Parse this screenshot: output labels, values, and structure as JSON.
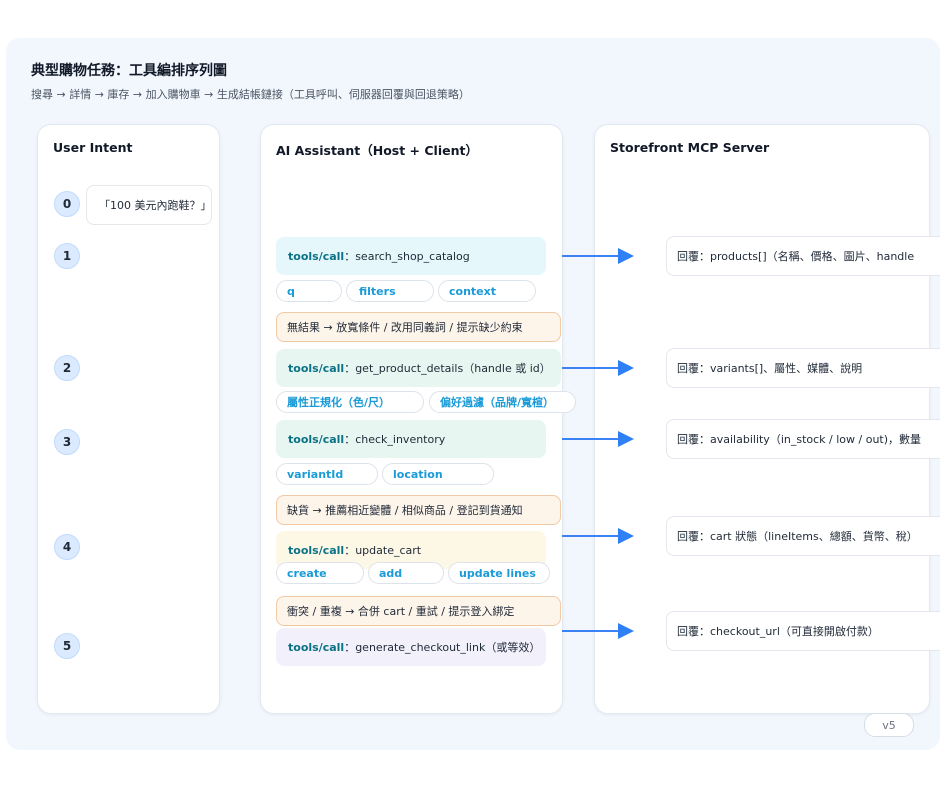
{
  "title": "典型購物任務：工具編排序列圖",
  "subtitle": "搜尋 → 詳情 → 庫存 → 加入購物車 → 生成結帳鏈接（工具呼叫、伺服器回覆與回退策略）",
  "columns": {
    "user": "User Intent",
    "assistant": "AI Assistant（Host + Client）",
    "server": "Storefront MCP Server"
  },
  "steps": [
    "0",
    "1",
    "2",
    "3",
    "4",
    "5"
  ],
  "user_bubble": "「100 美元內跑鞋？」",
  "calls": [
    {
      "keyword": "tools/call",
      "text": "：search_shop_catalog",
      "color": "#e6f7fb"
    },
    {
      "keyword": "tools/call",
      "text": "：get_product_details（handle 或 id）",
      "color": "#e8f6f1"
    },
    {
      "keyword": "tools/call",
      "text": "：check_inventory",
      "color": "#e8f6f1"
    },
    {
      "keyword": "tools/call",
      "text": "：update_cart",
      "color": "#fdf8e6"
    },
    {
      "keyword": "tools/call",
      "text": "：generate_checkout_link（或等效）",
      "color": "#f1f0fb"
    }
  ],
  "chips": {
    "search": [
      "q",
      "filters",
      "context"
    ],
    "details": [
      "屬性正規化（色/尺）",
      "偏好過濾（品牌/寬楦）"
    ],
    "inventory": [
      "variantId",
      "location"
    ],
    "cart": [
      "create",
      "add",
      "update lines"
    ]
  },
  "notes": [
    "無結果 → 放寬條件 / 改用同義詞 / 提示缺少約束",
    "缺貨 → 推薦相近變體 / 相似商品 / 登記到貨通知",
    "衝突 / 重複 → 合併 cart / 重試 / 提示登入綁定"
  ],
  "replies": [
    "回覆：products[]（名稱、價格、圖片、handle",
    "回覆：variants[]、屬性、媒體、說明",
    "回覆：availability（in_stock / low / out)，數量",
    "回覆：cart 狀態（lineItems、總額、貨幣、稅）",
    "回覆：checkout_url（可直接開啟付款）"
  ],
  "version": "v5",
  "colors": {
    "accent": "#2f80f6",
    "chip_text": "#1a9bd7",
    "keyword": "#0b7285",
    "note_bg": "#fdf4ea"
  }
}
